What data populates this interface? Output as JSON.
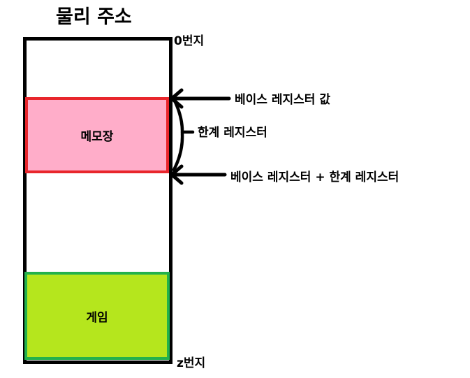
{
  "title": "물리 주소",
  "memory": {
    "top_address_label": "0번지",
    "bottom_address_label": "z번지",
    "blocks": [
      {
        "label": "메모장",
        "fill": "#FFADC9",
        "border": "#E8262C"
      },
      {
        "label": "게임",
        "fill": "#B5E61D",
        "border": "#22B14C"
      }
    ]
  },
  "annotations": {
    "base_register": "베이스 레지스터 값",
    "limit_register": "한계 레지스터",
    "base_plus_limit": "베이스 레지스터 + 한계 레지스터"
  }
}
